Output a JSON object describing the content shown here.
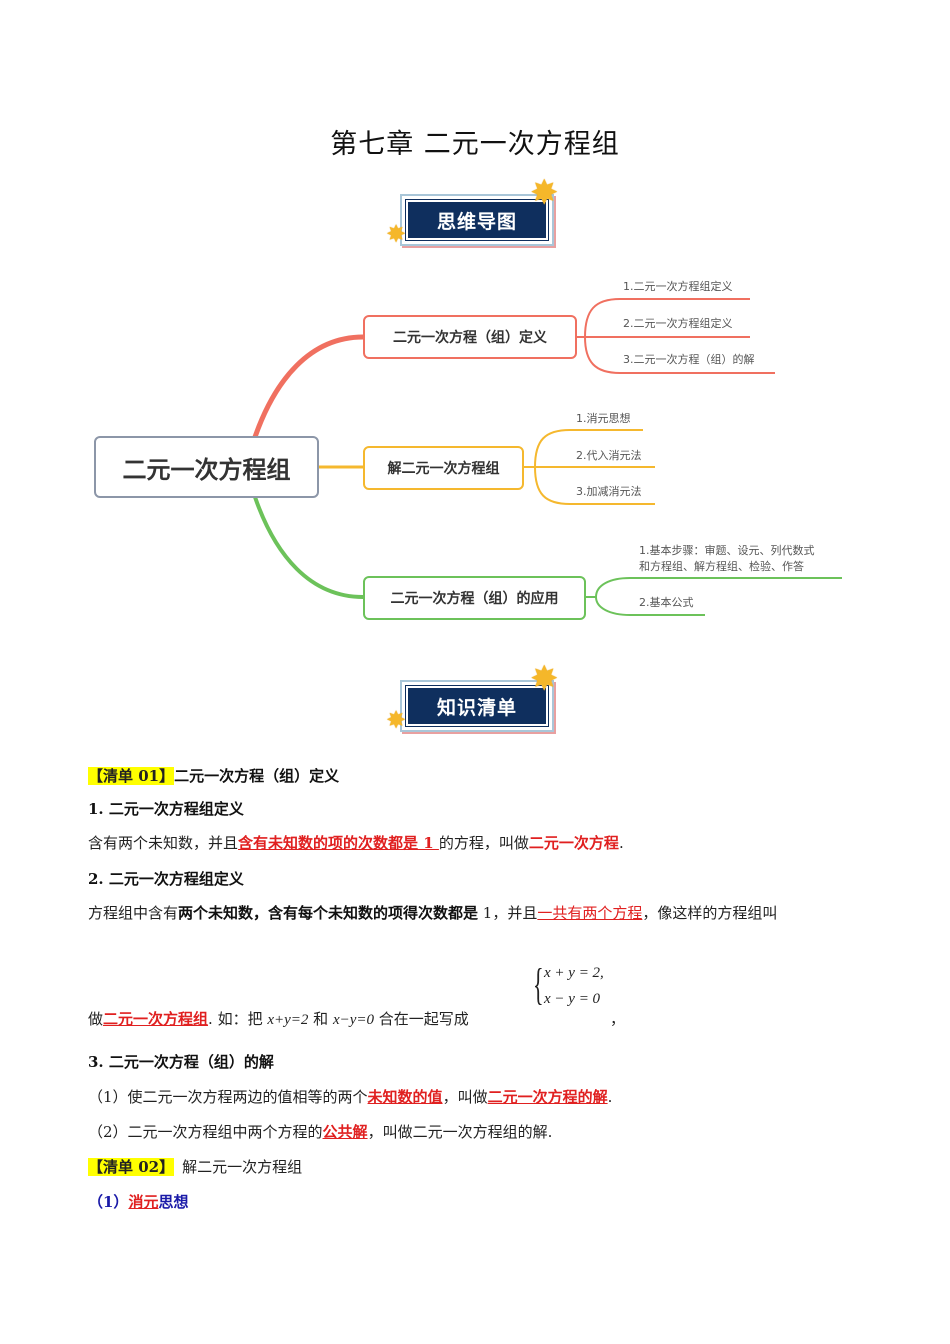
{
  "page": {
    "title": "第七章  二元一次方程组"
  },
  "banners": {
    "mindmap": "思维导图",
    "knowledge": "知识清单"
  },
  "mindmap": {
    "root": "二元一次方程组",
    "colors": {
      "red": "#f07060",
      "yellow": "#f5b82e",
      "green": "#6cc25a",
      "root_border": "#8c96a8"
    },
    "branches": [
      {
        "label": "二元一次方程（组）定义",
        "leaves": [
          "1.二元一次方程组定义",
          "2.二元一次方程组定义",
          "3.二元一次方程（组）的解"
        ]
      },
      {
        "label": "解二元一次方程组",
        "leaves": [
          "1.消元思想",
          "2.代入消元法",
          "3.加减消元法"
        ]
      },
      {
        "label": "二元一次方程（组）的应用",
        "leaves": [
          "1.基本步骤：审题、设元、列代数式",
          "和方程组、解方程组、检验、作答",
          "2.基本公式"
        ]
      }
    ]
  },
  "list01": {
    "tag": "【清单 01】",
    "heading": "二元一次方程（组）定义",
    "s1": {
      "title": "1. 二元一次方程组定义",
      "p_a": "含有两个未知数，并且",
      "p_red": "含有未知数的项的次数都是  1  ",
      "p_b": "的方程，叫做",
      "p_red2": "二元一次方程",
      "p_c": "."
    },
    "s2": {
      "title": "2. 二元一次方程组定义",
      "p_a": "方程组中含有",
      "p_bold": "两个未知数，含有每个未知数的项得次数都是",
      "p_b": " 1，并且",
      "p_red": "一共有两个方程",
      "p_c": "，像这样的方程组叫",
      "line2_a": "做",
      "line2_red": "二元一次方程组",
      "line2_b": ".    如：把 ",
      "eq1_inline": "x+y=2",
      "line2_c": " 和 ",
      "eq2_inline": "x−y=0",
      "line2_d": " 合在一起写成",
      "system_eq1": "x + y = 2,",
      "system_eq2": "x − y = 0",
      "line2_e": "，"
    },
    "s3": {
      "title": "3. 二元一次方程（组）的解",
      "p1_a": "（1）使二元一次方程两边的值相等的两个",
      "p1_red": "未知数的值",
      "p1_b": "，叫做",
      "p1_red2": "二元一次方程的解",
      "p1_c": ".",
      "p2_a": "（2）二元一次方程组中两个方程的",
      "p2_red": "公共解",
      "p2_b": "，叫做二元一次方程组的解."
    }
  },
  "list02": {
    "tag": "【清单 02】",
    "heading": "解二元一次方程组",
    "sub_a": "（1）",
    "sub_red": "消元",
    "sub_b": "思想"
  }
}
